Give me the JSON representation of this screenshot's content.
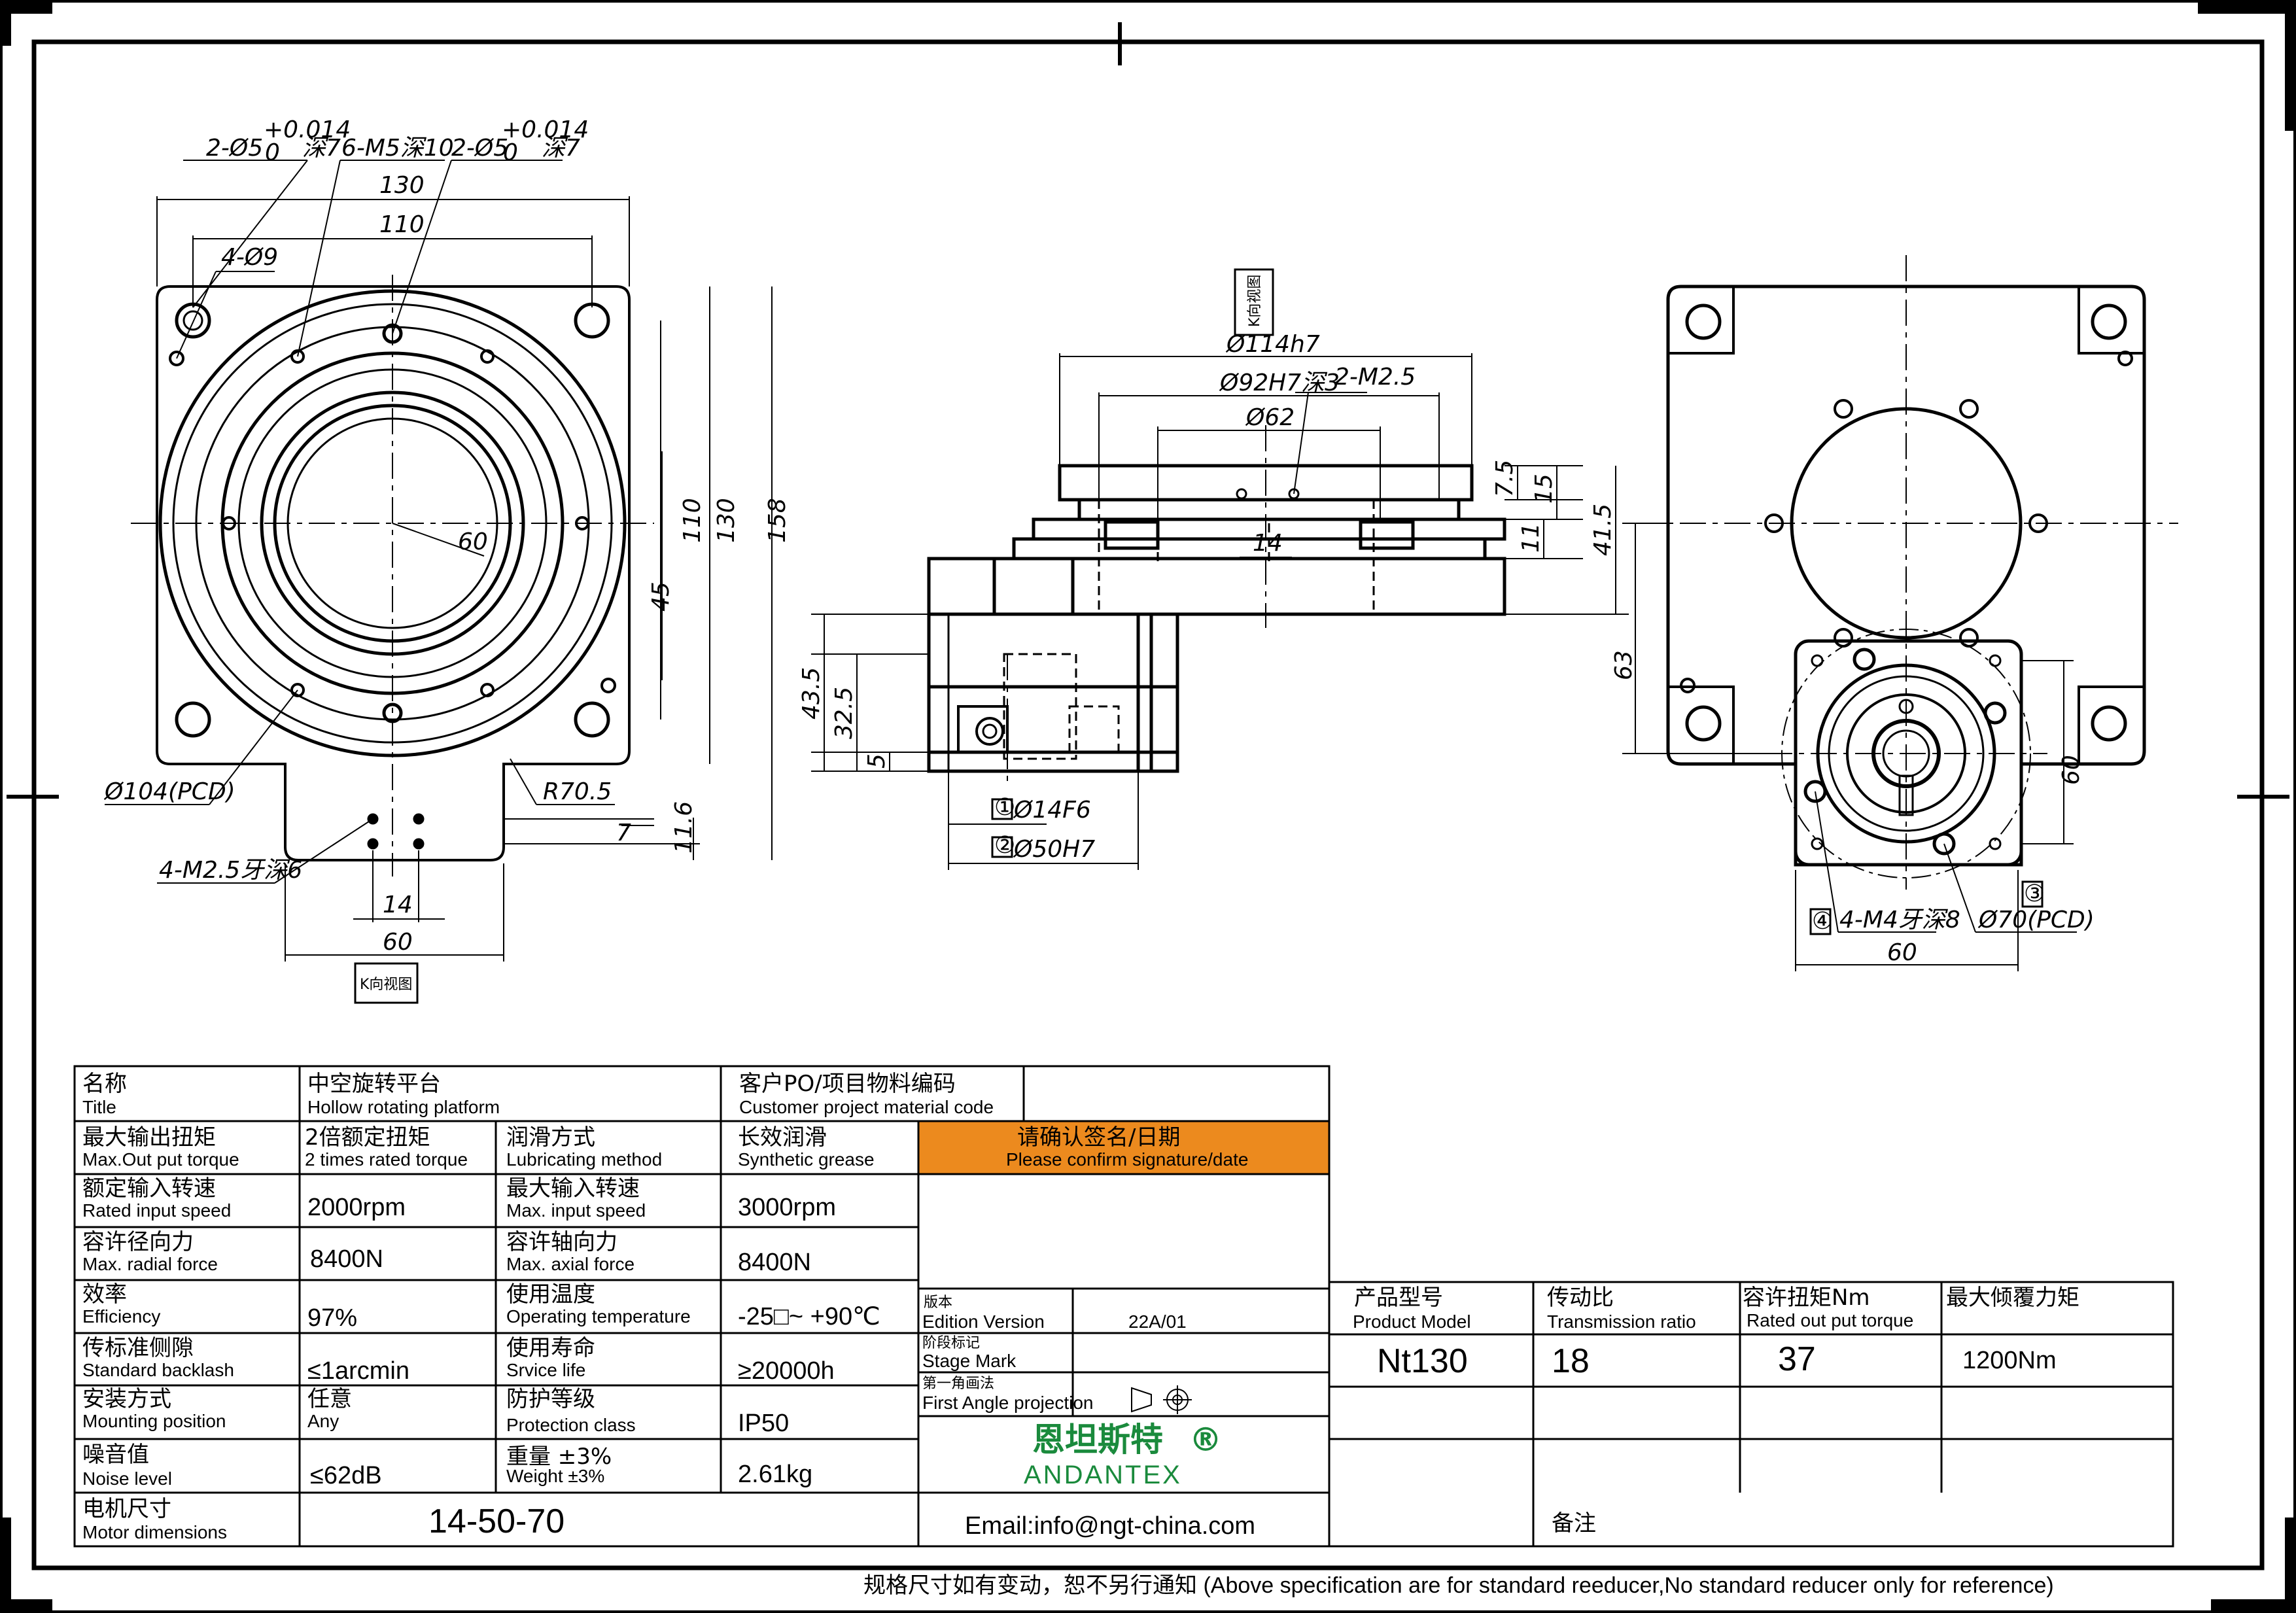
{
  "colors": {
    "line": "#000000",
    "confirm_bg": "#ec8a1e",
    "brand": "#1a8a3c"
  },
  "views": {
    "top_view": {
      "callouts": {
        "pin_hole_1": "2-Ø5",
        "pin_hole_1_tol": "+0.014",
        "pin_hole_1_tol_low": "0",
        "pin_hole_1_depth": "深7",
        "thread_holes": "6-M5深10",
        "pin_hole_2": "2-Ø5",
        "pin_hole_2_tol": "+0.014",
        "pin_hole_2_tol_low": "0",
        "pin_hole_2_depth": "深7",
        "mount_holes": "4-Ø9",
        "pcd": "Ø104(PCD)",
        "radius": "R70.5",
        "tap_holes": "4-M2.5牙深6"
      },
      "dims": {
        "width_130": "130",
        "width_110": "110",
        "angle_60": "60",
        "h_45": "45",
        "h_110": "110",
        "h_130": "130",
        "h_158": "158",
        "h_7": "7",
        "h_11_6": "11.6",
        "w_14": "14",
        "w_60": "60"
      },
      "view_label": "K向视图"
    },
    "side_view": {
      "view_label": "K向视图",
      "dims": {
        "d114": "Ø114h7",
        "d92": "Ø92H7深3",
        "m25": "2-M2.5",
        "d62": "Ø62",
        "h_7_5": "7.5",
        "h_15": "15",
        "h_11": "11",
        "h_41_5": "41.5",
        "w_14": "14",
        "h_43_5": "43.5",
        "h_32_5": "32.5",
        "h_5": "5",
        "d14": "Ø14F6",
        "d50": "Ø50H7",
        "mark_1": "①",
        "mark_2": "②"
      }
    },
    "right_view": {
      "dims": {
        "h_63": "63",
        "h_60": "60",
        "w_60": "60",
        "m4": "4-M4牙深8",
        "pcd70": "Ø70(PCD)",
        "mark_4": "④",
        "mark_3": "③"
      }
    }
  },
  "spec_table": {
    "row_title": {
      "cn": "名称",
      "en": "Title",
      "value_cn": "中空旋转平台",
      "value_en": "Hollow rotating platform",
      "po_cn": "客户PO/项目物料编码",
      "po_en": "Customer project material code"
    },
    "rows": [
      {
        "l1_cn": "最大输出扭矩",
        "l1_en": "Max.Out put torque",
        "v1_cn": "2倍额定扭矩",
        "v1_en": "2 times rated torque",
        "l2_cn": "润滑方式",
        "l2_en": "Lubricating method",
        "v2_cn": "长效润滑",
        "v2_en": "Synthetic grease"
      },
      {
        "l1_cn": "额定输入转速",
        "l1_en": "Rated input speed",
        "v1": "2000rpm",
        "l2_cn": "最大输入转速",
        "l2_en": "Max. input speed",
        "v2": "3000rpm"
      },
      {
        "l1_cn": "容许径向力",
        "l1_en": "Max. radial force",
        "v1": "8400N",
        "l2_cn": "容许轴向力",
        "l2_en": "Max. axial force",
        "v2": "8400N"
      },
      {
        "l1_cn": "效率",
        "l1_en": "Efficiency",
        "v1": "97%",
        "l2_cn": "使用温度",
        "l2_en": "Operating temperature",
        "v2": "-25□~ +90℃"
      },
      {
        "l1_cn": "传标准侧隙",
        "l1_en": "Standard backlash",
        "v1": "≤1arcmin",
        "l2_cn": "使用寿命",
        "l2_en": "Srvice life",
        "v2": "≥20000h"
      },
      {
        "l1_cn": "安装方式",
        "l1_en": "Mounting position",
        "v1": "任意",
        "v1_en": "Any",
        "l2_cn": "防护等级",
        "l2_en": "Protection class",
        "v2": "IP50"
      },
      {
        "l1_cn": "噪音值",
        "l1_en": "Noise level",
        "v1": "≤62dB",
        "l2_cn": "重量 ±3%",
        "l2_en": "Weight ±3%",
        "v2": "2.61kg"
      }
    ],
    "motor": {
      "cn": "电机尺寸",
      "en": "Motor dimensions",
      "value": "14-50-70"
    },
    "confirm": {
      "cn": "请确认签名/日期",
      "en": "Please confirm signature/date"
    },
    "edition": {
      "cn": "版本",
      "en": "Edition Version",
      "value": "22A/01"
    },
    "stage": {
      "cn": "阶段标记",
      "en": "Stage Mark"
    },
    "projection": {
      "cn": "第一角画法",
      "en": "First Angle projection"
    },
    "brand": {
      "cn": "恩坦斯特",
      "reg": "®",
      "en": "ANDANTEX"
    },
    "email": "Email:info@ngt-china.com",
    "remark": "备注",
    "model_table": {
      "headers": [
        {
          "cn": "产品型号",
          "en": "Product Model"
        },
        {
          "cn": "传动比",
          "en": "Transmission ratio"
        },
        {
          "cn": "容许扭矩Nm",
          "en": "Rated out put torque"
        },
        {
          "cn": "最大倾覆力矩",
          "en": ""
        }
      ],
      "values": [
        "Nt130",
        "18",
        "37",
        "1200Nm"
      ]
    }
  },
  "footer_note": "规格尺寸如有变动，恕不另行通知   (Above specification are for standard reeducer,No standard reducer only for reference)"
}
